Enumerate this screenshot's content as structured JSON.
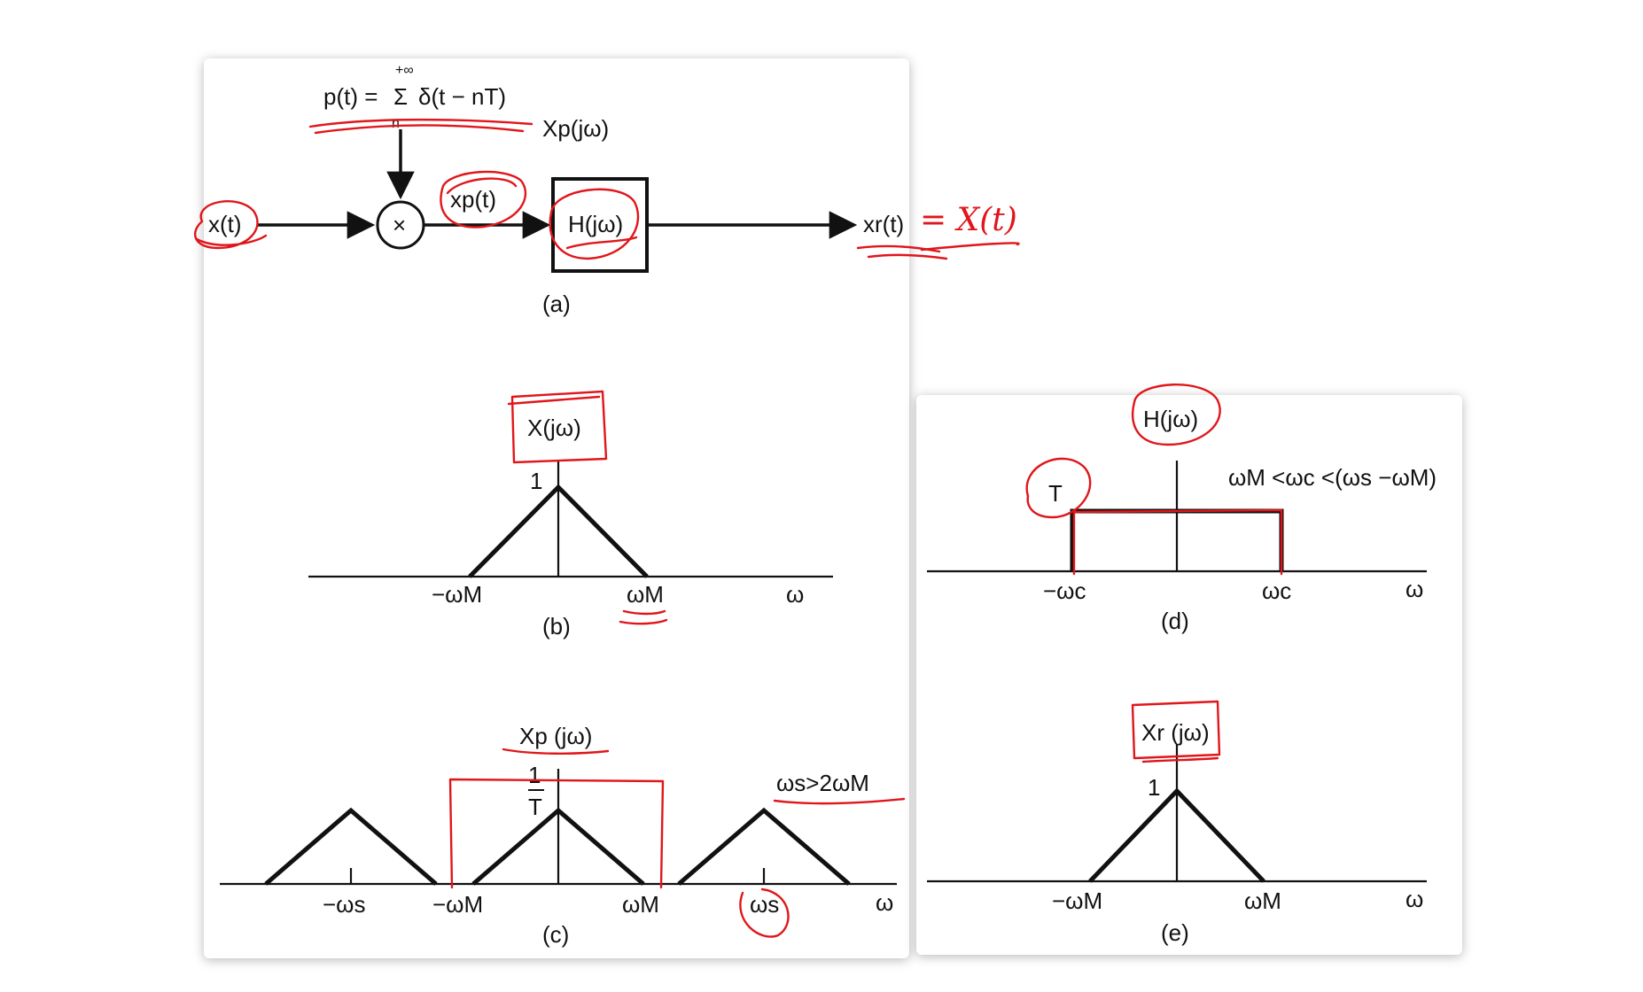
{
  "block_diagram": {
    "impulse_train_lhs": "p(t) = ",
    "sum_symbol": "Σ",
    "impulse_train_rhs": "δ(t − nT)",
    "sum_upper_limit": "+∞",
    "sum_lower_limit": "n",
    "xp_spectrum_label": "Xp(jω)",
    "input_label": "x(t)",
    "multiplier_symbol": "×",
    "sampled_label": "xp(t)",
    "filter_label": "H(jω)",
    "output_label": "xr(t)",
    "caption": "(a)",
    "handwritten_note": "= X(t)"
  },
  "plot_b": {
    "ylabel": "X(jω)",
    "peak_label": "1",
    "tick_labels": [
      "−ωM",
      "ωM"
    ],
    "axis_label": "ω",
    "caption": "(b)"
  },
  "plot_c": {
    "ylabel": "Xp (jω)",
    "peak_label_num": "1",
    "peak_label_den": "T",
    "condition": "ωs>2ωM",
    "tick_labels": [
      "−ωs",
      "−ωM",
      "ωM",
      "ωs"
    ],
    "axis_label": "ω",
    "caption": "(c)"
  },
  "plot_d": {
    "ylabel": "H(jω)",
    "gain_label": "T",
    "condition": "ωM <ωc <(ωs −ωM)",
    "tick_labels": [
      "−ωc",
      "ωc"
    ],
    "axis_label": "ω",
    "caption": "(d)"
  },
  "plot_e": {
    "ylabel": "Xr (jω)",
    "peak_label": "1",
    "tick_labels": [
      "−ωM",
      "ωM"
    ],
    "axis_label": "ω",
    "caption": "(e)"
  },
  "colors": {
    "annotation": "#e0161b",
    "ink": "#111111",
    "card": "#ffffff"
  }
}
